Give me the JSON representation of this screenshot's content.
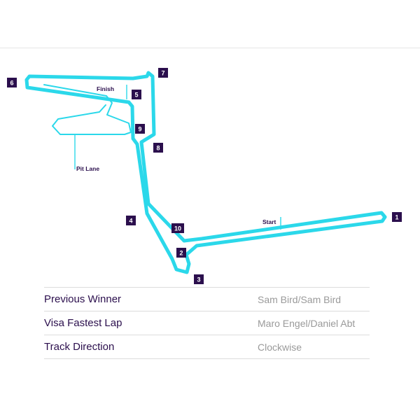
{
  "map": {
    "labels": {
      "finish": "Finish",
      "pit_lane": "Pit Lane",
      "start": "Start"
    },
    "turns": [
      "1",
      "2",
      "3",
      "4",
      "5",
      "6",
      "7",
      "8",
      "9",
      "10"
    ],
    "colors": {
      "track": "#2bd8ea",
      "marker": "#2b0f4d"
    }
  },
  "info": {
    "rows": [
      {
        "label": "Previous Winner",
        "value": "Sam Bird/Sam Bird"
      },
      {
        "label": "Visa Fastest Lap",
        "value": "Maro Engel/Daniel Abt"
      },
      {
        "label": "Track Direction",
        "value": "Clockwise"
      }
    ]
  }
}
